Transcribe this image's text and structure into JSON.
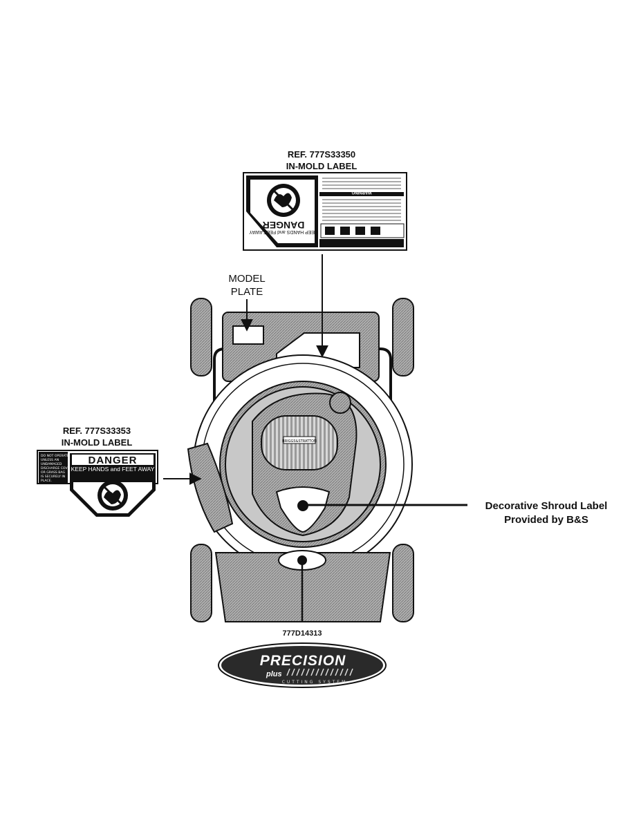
{
  "callouts": {
    "top_ref": "REF. 777S33350",
    "top_sub": "IN-MOLD LABEL",
    "model_l1": "MODEL",
    "model_l2": "PLATE",
    "left_ref": "REF. 777S33353",
    "left_sub": "IN-MOLD LABEL",
    "shroud_l1": "Decorative Shroud Label",
    "shroud_l2": "Provided by B&S",
    "bottom_part": "777D14313"
  },
  "top_label": {
    "danger": "DANGER",
    "warning": "WARNING",
    "keep": "KEEP HANDS and FEET AWAY"
  },
  "left_label": {
    "danger": "DANGER",
    "keep": "KEEP HANDS and FEET AWAY",
    "side_text": [
      "DO NOT OPERATE",
      "UNLESS AN",
      "UNDAMAGED",
      "DISCHARGE COVER",
      "OR GRASS BAG",
      "IS SECURELY IN",
      "PLACE."
    ]
  },
  "engine": {
    "brand": "BRIGGS&STRATTON"
  },
  "logo": {
    "main": "PRECISION",
    "plus": "plus",
    "sub": "CUTTING SYSTEM"
  },
  "colors": {
    "ink": "#111111",
    "shade": "#8a8a8a",
    "light": "#c8c8c8",
    "dark": "#3a3a3a"
  }
}
